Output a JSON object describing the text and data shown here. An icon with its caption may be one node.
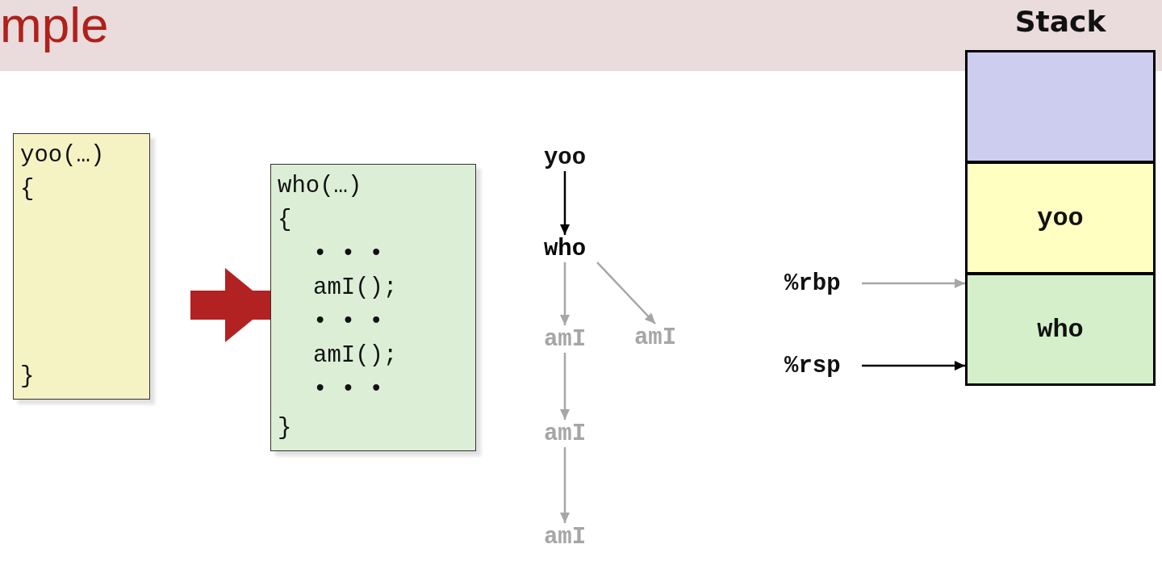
{
  "diagram": {
    "title": "mple",
    "nodes": [
      {
        "text": [
          "yoo(…)",
          "{",
          "}"
        ]
      },
      {
        "text": [
          "who(…)",
          "{",
          "• • •",
          "amI();",
          "• • •",
          "amI();",
          "• • •",
          "}"
        ]
      },
      {
        "text": [
          "yoo"
        ]
      },
      {
        "text": [
          "who"
        ]
      },
      {
        "text": [
          "amI"
        ]
      },
      {
        "text": [
          "amI"
        ]
      },
      {
        "text": [
          "amI"
        ]
      },
      {
        "text": [
          "amI"
        ]
      },
      {
        "text": [
          "Stack"
        ]
      },
      {
        "text": [],
        "shape": "box",
        "in": 8
      },
      {
        "text": [
          "yoo"
        ],
        "in": 8
      },
      {
        "text": [
          "who"
        ],
        "in": 8
      },
      {
        "text": [
          "%rbp"
        ]
      },
      {
        "text": [
          "%rsp"
        ]
      }
    ],
    "edges": [
      {
        "from": null,
        "to": 1,
        "arrow": "to",
        "style": "thick",
        "color": "#b22222"
      },
      {
        "from": 2,
        "to": 3,
        "arrow": "to",
        "color": "#000000"
      },
      {
        "from": 3,
        "to": 4,
        "arrow": "to"
      },
      {
        "from": 3,
        "to": 5,
        "arrow": "to"
      },
      {
        "from": 4,
        "to": 6,
        "arrow": "to"
      },
      {
        "from": 6,
        "to": 7,
        "arrow": "to"
      },
      {
        "from": 12,
        "to": 11,
        "arrow": "to"
      },
      {
        "from": 13,
        "to": 11,
        "arrow": "to",
        "color": "#000000"
      }
    ]
  }
}
